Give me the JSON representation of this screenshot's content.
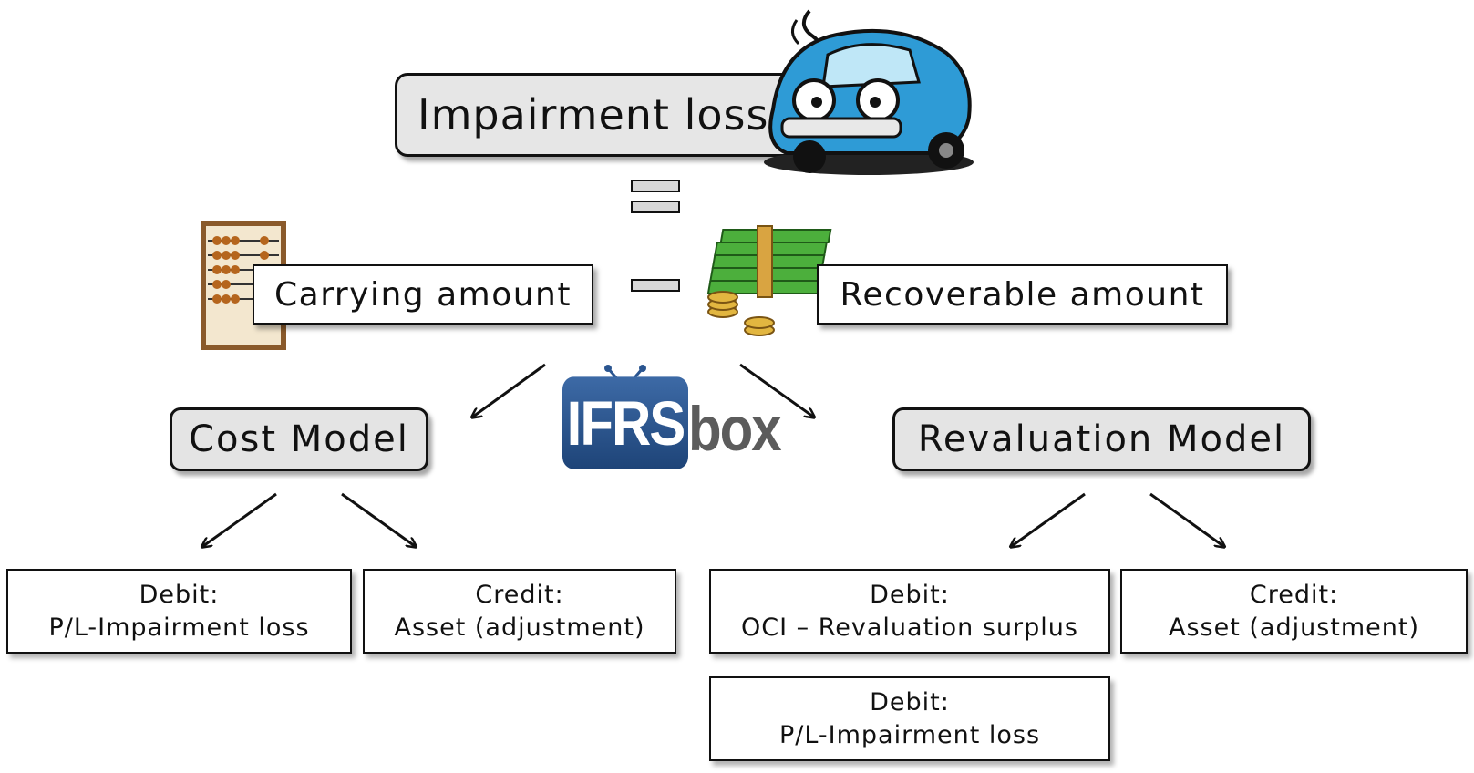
{
  "title": "Impairment loss",
  "carrying": "Carrying amount",
  "recoverable": "Recoverable amount",
  "cost_model": {
    "label": "Cost Model",
    "debit": {
      "head": "Debit:",
      "text": "P/L-Impairment loss"
    },
    "credit": {
      "head": "Credit:",
      "text": "Asset (adjustment)"
    }
  },
  "revaluation_model": {
    "label": "Revaluation Model",
    "debit_oci": {
      "head": "Debit:",
      "text": "OCI – Revaluation surplus"
    },
    "credit": {
      "head": "Credit:",
      "text": "Asset (adjustment)"
    },
    "debit_pl": {
      "head": "Debit:",
      "text": "P/L-Impairment loss"
    }
  },
  "logo": {
    "ifrs": "IFRS",
    "box": "box"
  },
  "colors": {
    "car": "#2e9bd6",
    "logo_blue": "#2a5590",
    "money": "#4caf3c",
    "box_fill": "#e4e4e4"
  },
  "icons": [
    "car-icon",
    "abacus-icon",
    "money-icon",
    "tv-antenna-icon"
  ]
}
